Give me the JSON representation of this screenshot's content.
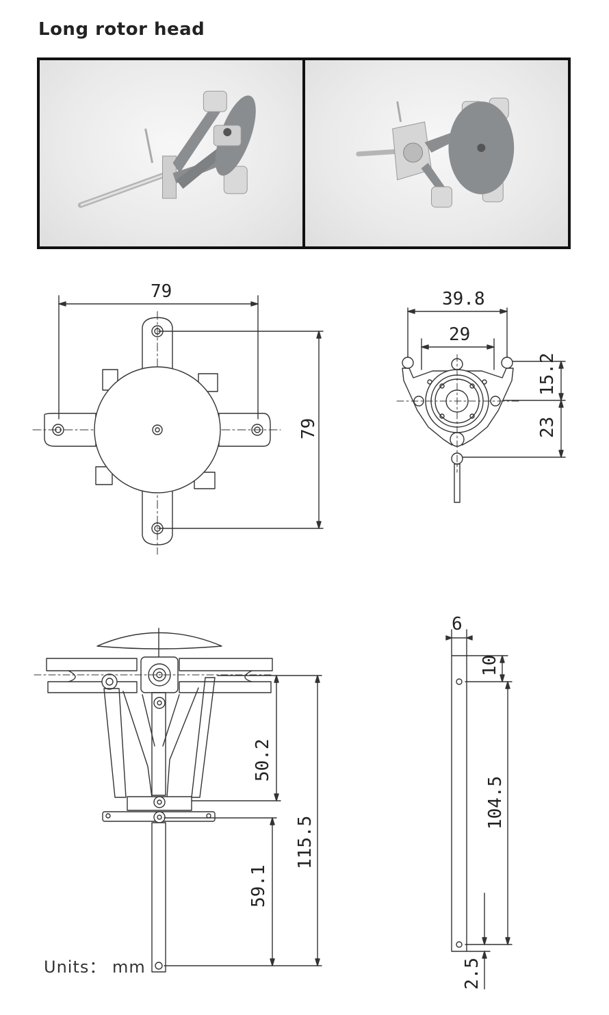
{
  "page": {
    "title": "Long rotor head"
  },
  "photos": [
    {
      "name": "photo-side-view"
    },
    {
      "name": "photo-front-view"
    }
  ],
  "dims": {
    "top_width": "79",
    "top_height": "79",
    "swash_outer": "39.8",
    "swash_inner": "29",
    "swash_upper": "15.2",
    "swash_lower": "23",
    "side_upper": "50.2",
    "side_lower": "59.1",
    "side_total": "115.5",
    "shaft_width": "6",
    "shaft_top": "10",
    "shaft_mid": "104.5",
    "shaft_bottom": "2.5"
  },
  "units": {
    "label": "Units： mm"
  },
  "colors": {
    "line": "#333333",
    "photo_bg": "#eeeeee",
    "metal": "#c9c9c9",
    "disc": "#8a8d90"
  }
}
